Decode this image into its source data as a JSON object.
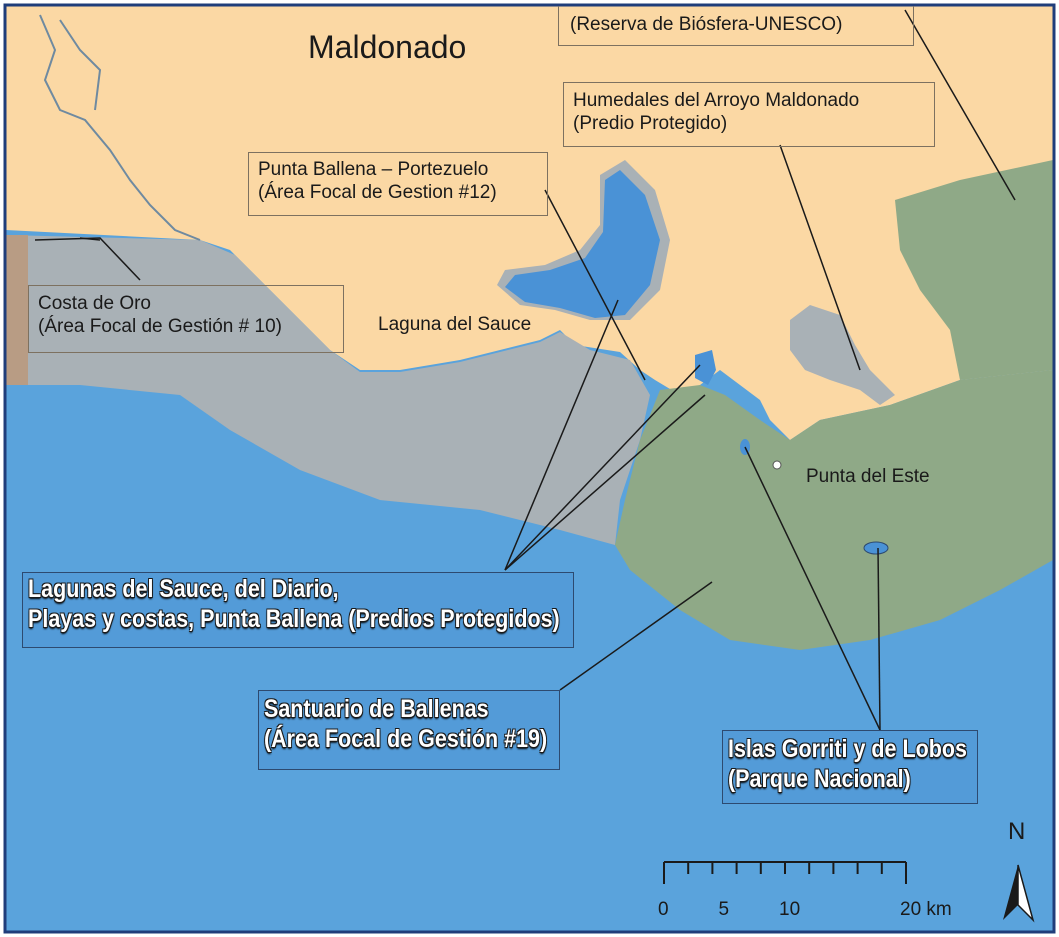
{
  "map": {
    "colors": {
      "land": "#fbd8a4",
      "sea": "#5aa3dc",
      "coastal_zone": "#a9b1b6",
      "sanctuary": "#8fa987",
      "lagoon": "#4a92d6",
      "frame": "#1f3d7a",
      "river": "#6f8aa0"
    },
    "region_label": "Maldonado",
    "place_labels": {
      "laguna_del_sauce": "Laguna del Sauce",
      "punta_del_este": "Punta del Este"
    },
    "callouts": {
      "biosfera": "(Reserva de Biósfera-UNESCO)",
      "humedales_name": "Humedales del Arroyo Maldonado",
      "humedales_type": "(Predio Protegido)",
      "punta_ballena_name": "Punta Ballena – Portezuelo",
      "punta_ballena_type": "(Área Focal de Gestion #12)",
      "costa_oro_name": "Costa de Oro",
      "costa_oro_type": "(Área Focal de Gestión # 10)",
      "lagunas_line1": "Lagunas del Sauce, del Diario,",
      "lagunas_line2": "Playas y costas, Punta Ballena (Predios Protegidos)",
      "santuario_name": "Santuario de Ballenas",
      "santuario_type": "(Área Focal de Gestión #19)",
      "islas_name": "Islas Gorriti y de Lobos",
      "islas_type": "(Parque Nacional)"
    },
    "scale_bar": {
      "ticks": [
        "0",
        "5",
        "10",
        "20 km"
      ],
      "max_km": 20
    },
    "north_label": "N"
  }
}
